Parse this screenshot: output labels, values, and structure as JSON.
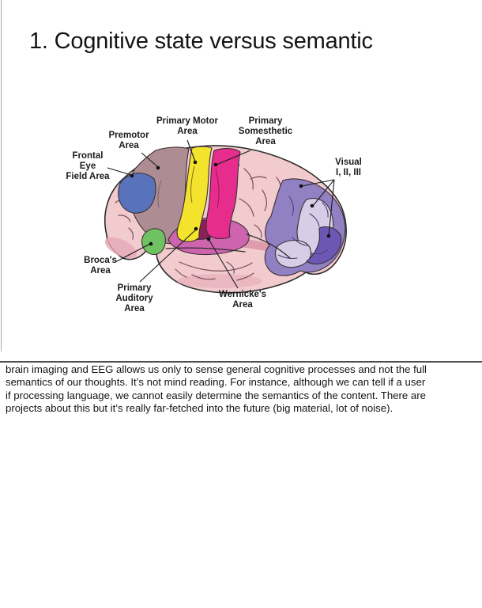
{
  "page": {
    "title": "1. Cognitive state versus semantic"
  },
  "diagram": {
    "description": "Lateral view of brain with functional areas",
    "labels": {
      "frontal_eye": "Frontal\nEye\nField Area",
      "premotor": "Premotor\nArea",
      "primary_motor": "Primary Motor\nArea",
      "somesthetic": "Primary\nSomesthetic\nArea",
      "visual": "Visual\nI, II, III",
      "broca": "Broca's\nArea",
      "auditory": "Primary\nAuditory\nArea",
      "wernicke": "Wernicke's\nArea"
    },
    "colors": {
      "cortex_pink": "#f2cbce",
      "premotor_brown": "#ad8d93",
      "frontal_eye_blue": "#5873bb",
      "motor_yellow": "#f4e32c",
      "somesthetic_magenta": "#e62c8c",
      "wernicke_orchid": "#cd64ad",
      "auditory_maroon": "#8c2059",
      "broca_green": "#6fc261",
      "visual_purple": "#9180c2",
      "visual_lavender": "#d7cde7",
      "visual_dark_purple": "#6c58b4"
    }
  },
  "notes": {
    "lines": [
      "brain imaging and EEG allows us only to sense general cognitive processes and not the full",
      "semantics of our thoughts. It’s not mind reading. For instance, although we can tell if a user",
      "if processing language, we cannot easily determine the semantics of the content. There are",
      "projects about this but it’s really far-fetched into the future (big material, lot of noise)."
    ]
  }
}
